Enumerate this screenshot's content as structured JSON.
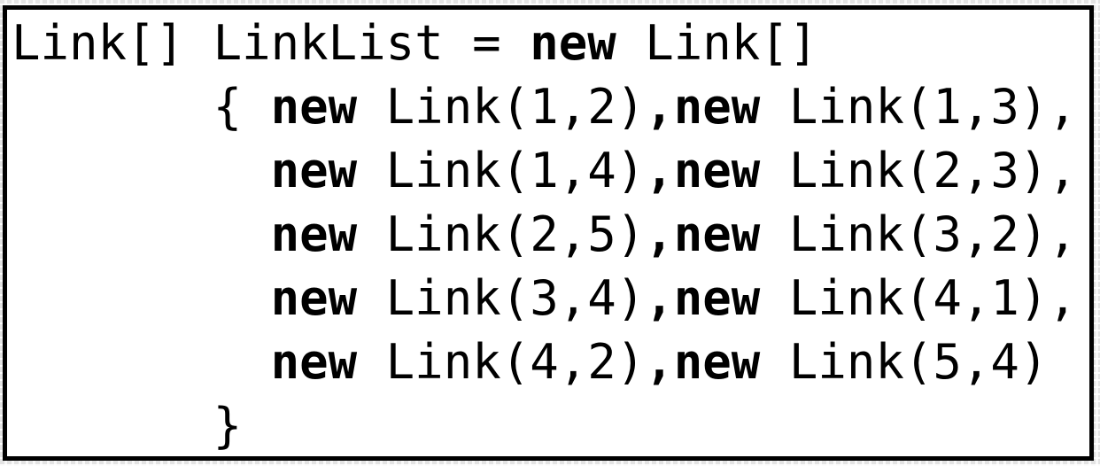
{
  "colors": {
    "panel_background": "#ffffff",
    "panel_border": "#000000",
    "text": "#000000",
    "outer_texture_gray": "#e3e3e3"
  },
  "code": {
    "language_hint": "C#",
    "lines": [
      [
        {
          "text": "Link[] LinkList = ",
          "bold": false
        },
        {
          "text": "new",
          "bold": true
        },
        {
          "text": " Link[]",
          "bold": false
        }
      ],
      [
        {
          "text": "       { ",
          "bold": false
        },
        {
          "text": "new",
          "bold": true
        },
        {
          "text": " Link(1,2)",
          "bold": false
        },
        {
          "text": ",new",
          "bold": true
        },
        {
          "text": " Link(1,3),",
          "bold": false
        }
      ],
      [
        {
          "text": "         ",
          "bold": false
        },
        {
          "text": "new",
          "bold": true
        },
        {
          "text": " Link(1,4)",
          "bold": false
        },
        {
          "text": ",new",
          "bold": true
        },
        {
          "text": " Link(2,3),",
          "bold": false
        }
      ],
      [
        {
          "text": "         ",
          "bold": false
        },
        {
          "text": "new",
          "bold": true
        },
        {
          "text": " Link(2,5)",
          "bold": false
        },
        {
          "text": ",new",
          "bold": true
        },
        {
          "text": " Link(3,2),",
          "bold": false
        }
      ],
      [
        {
          "text": "         ",
          "bold": false
        },
        {
          "text": "new",
          "bold": true
        },
        {
          "text": " Link(3,4)",
          "bold": false
        },
        {
          "text": ",new",
          "bold": true
        },
        {
          "text": " Link(4,1),",
          "bold": false
        }
      ],
      [
        {
          "text": "         ",
          "bold": false
        },
        {
          "text": "new",
          "bold": true
        },
        {
          "text": " Link(4,2)",
          "bold": false
        },
        {
          "text": ",new",
          "bold": true
        },
        {
          "text": " Link(5,4)",
          "bold": false
        }
      ],
      [
        {
          "text": "       }",
          "bold": false
        }
      ]
    ]
  }
}
